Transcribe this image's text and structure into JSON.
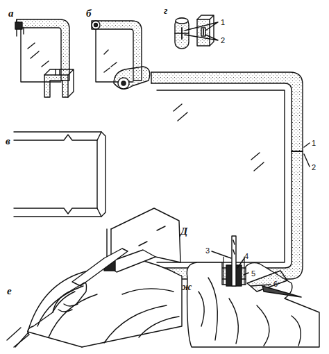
{
  "diagram": {
    "labels": [
      "а",
      "б",
      "г",
      "1",
      "2",
      "в",
      "Д",
      "1",
      "2",
      "е",
      "ж",
      "3",
      "4",
      "5",
      "6"
    ]
  }
}
